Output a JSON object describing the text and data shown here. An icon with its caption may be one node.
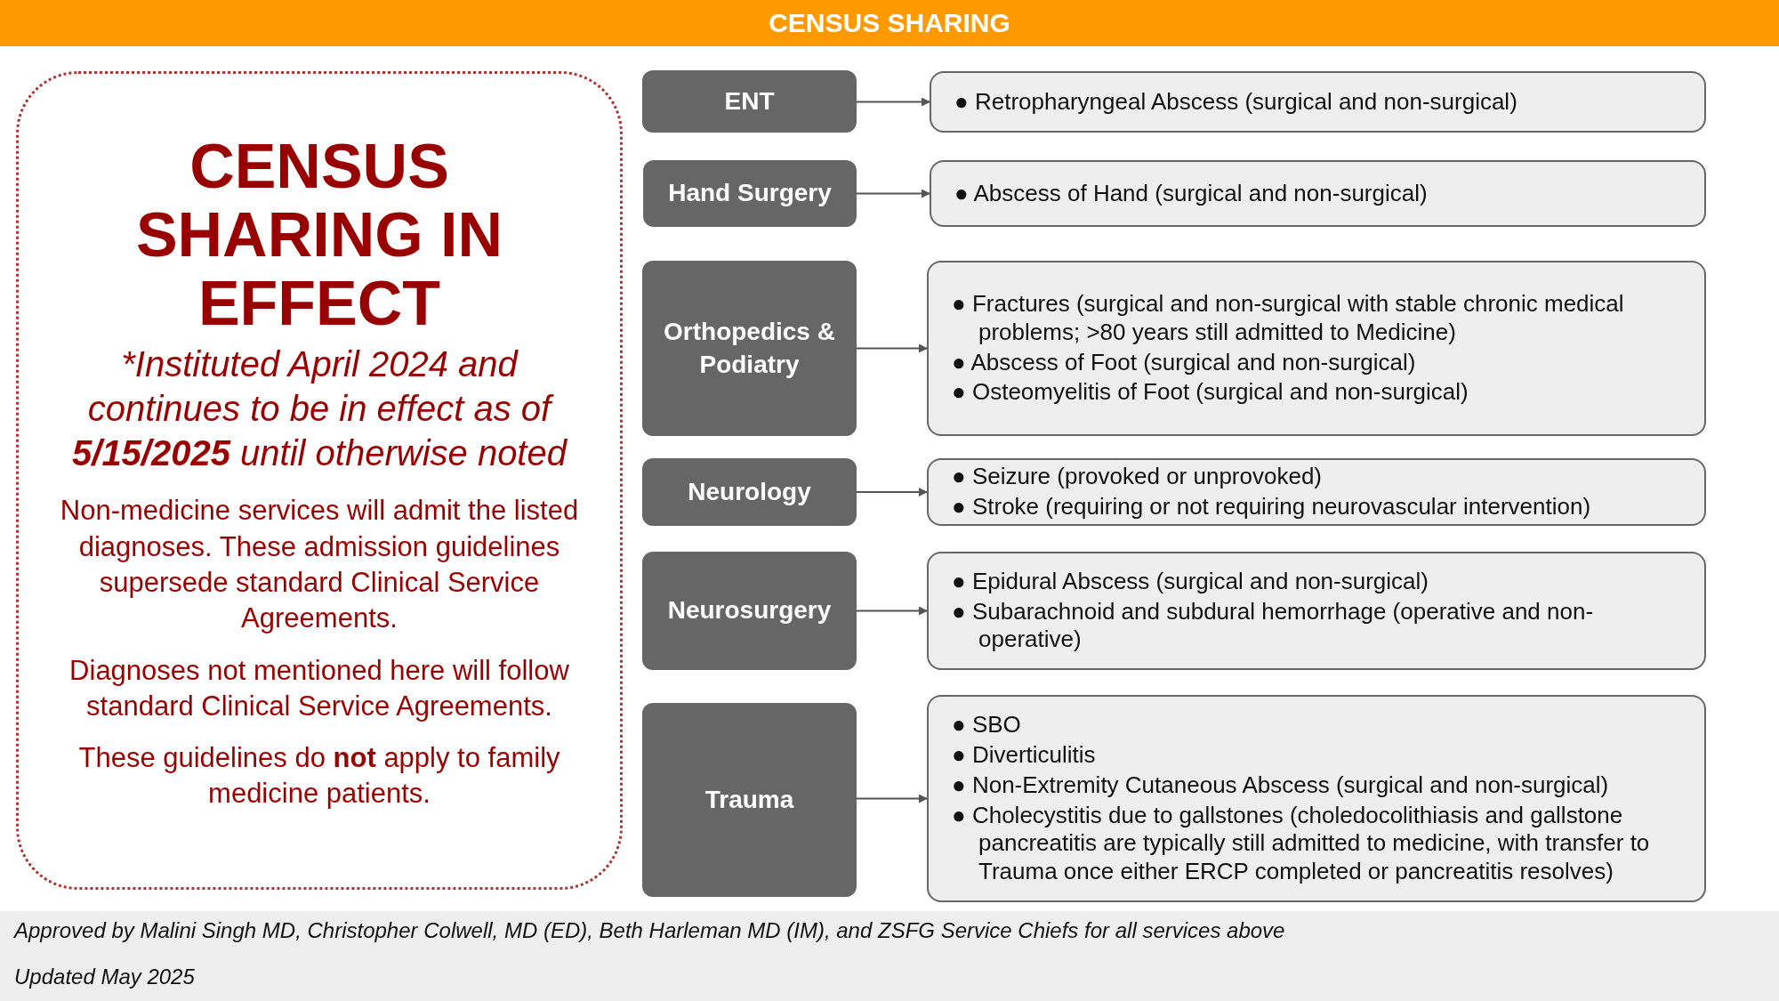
{
  "diagram": {
    "title": "CENSUS SHARING",
    "nodes": [
      {
        "text": [
          "CENSUS SHARING IN EFFECT",
          "*Instituted April 2024 and continues to be in effect as of **5/15/2025** until otherwise noted",
          "Non-medicine services will admit the listed diagnoses. These admission guidelines supersede standard Clinical Service Agreements.",
          "Diagnoses not mentioned here will follow standard Clinical Service Agreements.",
          "These guidelines do **not** apply to family medicine patients."
        ]
      },
      {
        "text": [
          "ENT"
        ]
      },
      {
        "text": [
          "● Retropharyngeal Abscess (surgical and non-surgical)"
        ]
      },
      {
        "text": [
          "Hand Surgery"
        ]
      },
      {
        "text": [
          "● Abscess of Hand (surgical and non-surgical)"
        ]
      },
      {
        "text": [
          "Orthopedics & Podiatry"
        ]
      },
      {
        "text": [
          "● Fractures (surgical and non-surgical with stable chronic medical problems; >80 years still admitted to Medicine)",
          "● Abscess of Foot (surgical and non-surgical)",
          "● Osteomyelitis of Foot (surgical and non-surgical)"
        ]
      },
      {
        "text": [
          "Neurology"
        ]
      },
      {
        "text": [
          "● Seizure (provoked or unprovoked)",
          "● Stroke (requiring or not requiring neurovascular intervention)"
        ]
      },
      {
        "text": [
          "Neurosurgery"
        ]
      },
      {
        "text": [
          "● Epidural Abscess (surgical and non-surgical)",
          "● Subarachnoid and subdural hemorrhage (operative and non-operative)"
        ]
      },
      {
        "text": [
          "Trauma"
        ]
      },
      {
        "text": [
          "● SBO",
          "● Diverticulitis",
          "● Non-Extremity Cutaneous Abscess (surgical and non-surgical)",
          "● Cholecystitis due to gallstones (choledocolithiasis and gallstone pancreatitis are typically still admitted to medicine, with transfer to Trauma once either ERCP completed or pancreatitis resolves)"
        ]
      }
    ],
    "edges": [
      {
        "from": 1,
        "to": 2,
        "arrow": "to"
      },
      {
        "from": 3,
        "to": 4,
        "arrow": "to"
      },
      {
        "from": 5,
        "to": 6,
        "arrow": "to"
      },
      {
        "from": 7,
        "to": 8,
        "arrow": "to"
      },
      {
        "from": 9,
        "to": 10,
        "arrow": "to"
      },
      {
        "from": 11,
        "to": 12,
        "arrow": "to"
      }
    ],
    "labels": [
      "Approved by Malini Singh MD, Christopher Colwell, MD (ED), Beth Harleman MD (IM), and ZSFG Service Chiefs for all services above",
      "Updated May 2025"
    ]
  }
}
